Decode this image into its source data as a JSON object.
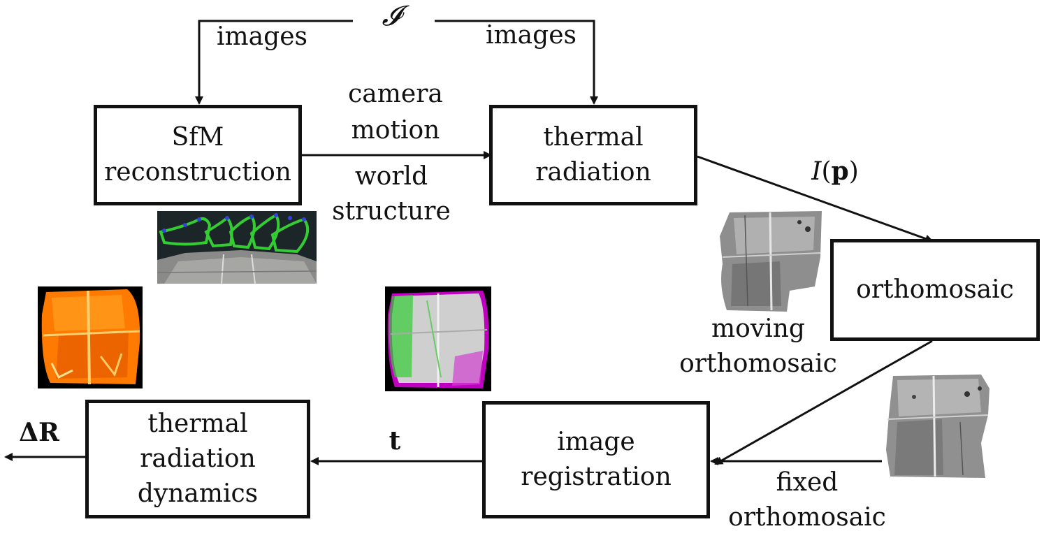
{
  "top_symbol": "𝓘",
  "labels": {
    "images_left": "images",
    "images_right": "images",
    "camera": "camera",
    "motion": "motion",
    "world": "world",
    "structure": "structure",
    "intensity_fn": "I(p)",
    "moving": "moving",
    "moving_ortho": "orthomosaic",
    "fixed": "fixed",
    "fixed_ortho": "orthomosaic",
    "t": "t",
    "delta_r": "ΔR"
  },
  "boxes": {
    "sfm": [
      "SfM",
      "reconstruction"
    ],
    "thermal": [
      "thermal",
      "radiation"
    ],
    "ortho": [
      "orthomosaic"
    ],
    "registration": [
      "image",
      "registration"
    ],
    "dynamics": [
      "thermal",
      "radiation",
      "dynamics"
    ]
  },
  "colors": {
    "line": "#111111",
    "sfm_green": "#33cc33",
    "thermal_orange": "#ff7a00",
    "overlay_magenta": "#c000c0"
  }
}
